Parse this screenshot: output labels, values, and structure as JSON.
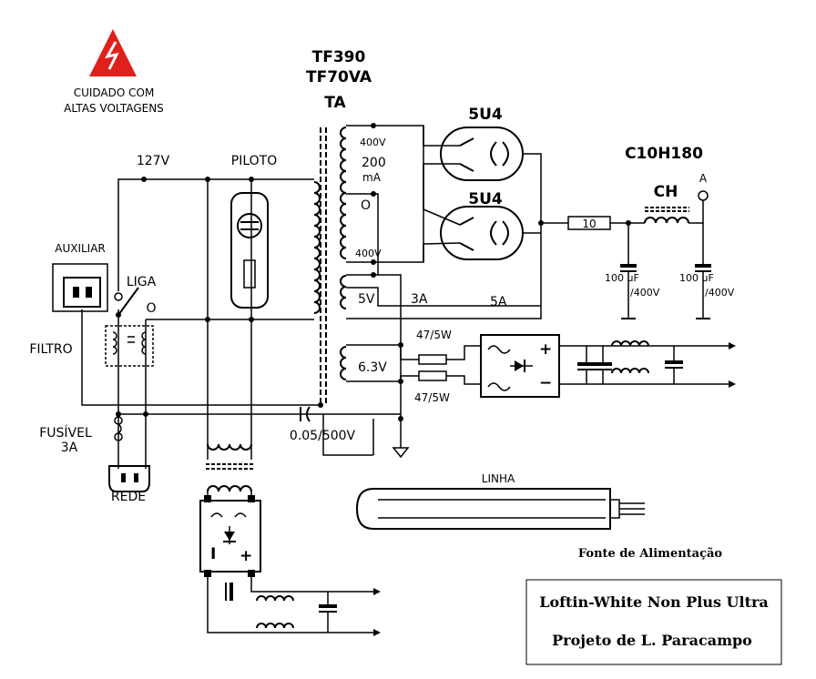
{
  "warning": {
    "icon": "high-voltage-warning-icon",
    "color": "#e0201c",
    "line1": "CUIDADO   COM",
    "line2": "ALTAS VOLTAGENS"
  },
  "transformer": {
    "model1": "TF390",
    "model2": "TF70VA",
    "name": "TA",
    "taps": {
      "v400_top": "400V",
      "current_200": "200",
      "current_ma": "mA",
      "zero": "O",
      "v400_bottom": "400V",
      "v5": "5V",
      "a3": "3A",
      "a5": "5A",
      "v63": "6.3V"
    }
  },
  "tubes": {
    "upper": "5U4",
    "lower": "5U4"
  },
  "choke": {
    "model": "C10H180",
    "name": "CH",
    "output": "A"
  },
  "components": {
    "resistor": "10",
    "cap1_value": "100 uF",
    "cap1_voltage": "/400V",
    "cap2_value": "100 uF",
    "cap2_voltage": "/400V",
    "res1": "47/5W",
    "res2": "47/5W",
    "coupling_cap": "0.05/500V"
  },
  "mains": {
    "voltage": "127V",
    "pilot": "PILOTO",
    "aux": "AUXILIAR",
    "switch": "LIGA",
    "switch_off": "O",
    "filter": "FILTRO",
    "fuse": "FUSÍVEL",
    "fuse_rating": "3A",
    "plug": "REDE"
  },
  "misc": {
    "line": "LINHA",
    "caption": "Fonte de Alimentação"
  },
  "credits": {
    "title": "Loftin-White Non Plus Ultra",
    "author": "Projeto de L. Paracampo"
  }
}
